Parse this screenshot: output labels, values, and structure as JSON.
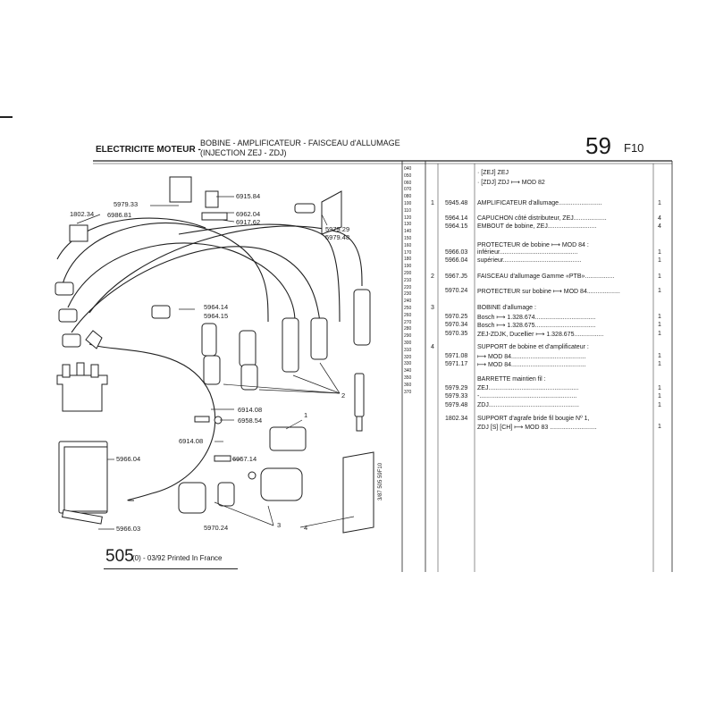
{
  "header": {
    "section_title": "ELECTRICITE MOTEUR -",
    "subtitle_line1": "BOBINE - AMPLIFICATEUR - FAISCEAU d'ALLUMAGE",
    "subtitle_line2": "(INJECTION ZEJ - ZDJ)",
    "page_number": "59",
    "section_code": "F10"
  },
  "footer": {
    "catalog_number": "505",
    "print_info": "(0) - 03/92 Printed In France"
  },
  "side_text": "3/87  505  59F10",
  "diagram_labels": [
    "6915.84",
    "5979.33",
    "1802.34",
    "6986.81",
    "6962.04",
    "6917.62",
    "5979.29",
    "5979.48",
    "5964.14",
    "5964.15",
    "2",
    "6914.08",
    "6958.54",
    "1",
    "6914.08",
    "6957.14",
    "5966.04",
    "5970.24",
    "3",
    "4",
    "5966.03"
  ],
  "line_codes": [
    "040",
    "050",
    "060",
    "070",
    "080",
    "100",
    "110",
    "120",
    "130",
    "140",
    "150",
    "160",
    "170",
    "180",
    "190",
    "200",
    "210",
    "220",
    "230",
    "240",
    "250",
    "260",
    "270",
    "280",
    "290",
    "300",
    "310",
    "320",
    "330",
    "340",
    "350",
    "360",
    "370"
  ],
  "parts": [
    {
      "rep": "",
      "ref": "",
      "desc": "· [ZEJ] ZEJ",
      "qty": ""
    },
    {
      "rep": "",
      "ref": "",
      "desc": "· [ZDJ] ZDJ ⟼ MOD 82",
      "qty": ""
    },
    {
      "rep": "1",
      "ref": "5945.48",
      "desc": "AMPLIFICATEUR d'allumage.........................",
      "qty": "1"
    },
    {
      "rep": "",
      "ref": "5964.14",
      "desc": "CAPUCHON côté distributeur, ZEJ...................",
      "qty": "4"
    },
    {
      "rep": "",
      "ref": "5964.15",
      "desc": "EMBOUT de bobine, ZEJ............................",
      "qty": "4"
    },
    {
      "rep": "",
      "ref": "",
      "desc": "PROTECTEUR de bobine ⟼ MOD 84 :",
      "qty": ""
    },
    {
      "rep": "",
      "ref": "5966.03",
      "desc": "inférieur.............................................",
      "qty": "1"
    },
    {
      "rep": "",
      "ref": "5966.04",
      "desc": "supérieur.............................................",
      "qty": "1"
    },
    {
      "rep": "2",
      "ref": "5967.J5",
      "desc": "FAISCEAU d'allumage Gamme «PTB».................",
      "qty": "1"
    },
    {
      "rep": "",
      "ref": "5970.24",
      "desc": "PROTECTEUR sur bobine ⟼ MOD 84...................",
      "qty": "1"
    },
    {
      "rep": "3",
      "ref": "",
      "desc": "BOBINE d'allumage :",
      "qty": ""
    },
    {
      "rep": "",
      "ref": "5970.25",
      "desc": "Bosch ⟼ 1.328.674...................................",
      "qty": "1"
    },
    {
      "rep": "",
      "ref": "5970.34",
      "desc": "Bosch ⟼ 1.328.675...................................",
      "qty": "1"
    },
    {
      "rep": "",
      "ref": "5970.35",
      "desc": "ZEJ-ZDJK, Ducellier ⟼ 1.328.675.................",
      "qty": "1"
    },
    {
      "rep": "4",
      "ref": "",
      "desc": "SUPPORT de bobine et d'amplificateur :",
      "qty": ""
    },
    {
      "rep": "",
      "ref": "5971.08",
      "desc": "⟼ MOD 84...........................................",
      "qty": "1"
    },
    {
      "rep": "",
      "ref": "5971.17",
      "desc": "⟼ MOD 84...........................................",
      "qty": "1"
    },
    {
      "rep": "",
      "ref": "",
      "desc": "BARRETTE maintien fil :",
      "qty": ""
    },
    {
      "rep": "",
      "ref": "5979.29",
      "desc": "ZEJ....................................................",
      "qty": "1"
    },
    {
      "rep": "",
      "ref": "5979.33",
      "desc": "-........................................................",
      "qty": "1"
    },
    {
      "rep": "",
      "ref": "5979.48",
      "desc": "ZDJ....................................................",
      "qty": "1"
    },
    {
      "rep": "",
      "ref": "1802.34",
      "desc": "SUPPORT d'agrafe bride fil bougie  Nº 1,",
      "qty": ""
    },
    {
      "rep": "",
      "ref": "",
      "desc": "ZDJ [S] [CH] ⟼ MOD 83 ...........................",
      "qty": "1"
    }
  ]
}
